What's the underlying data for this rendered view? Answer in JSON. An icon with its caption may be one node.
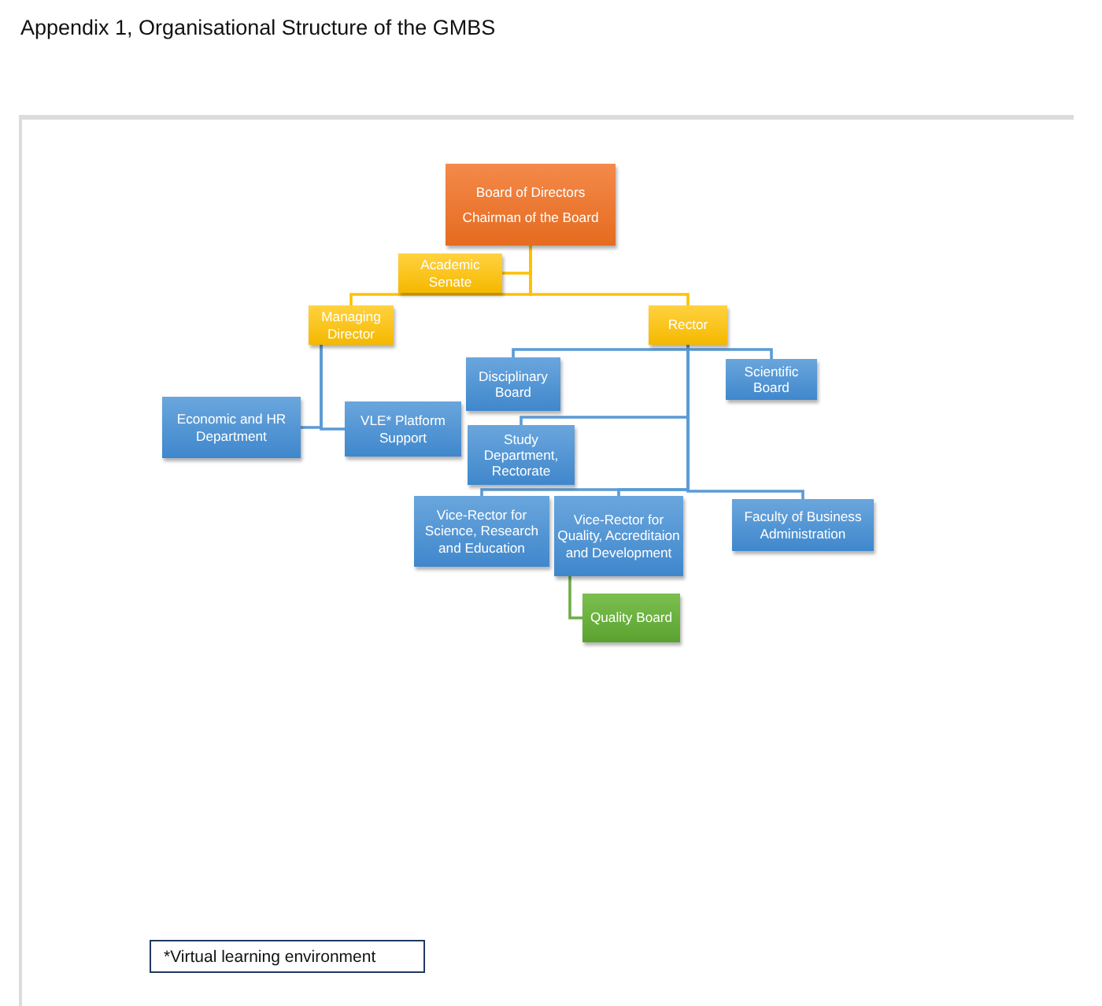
{
  "diagram": {
    "title": "Appendix 1, Organisational Structure of the GMBS",
    "nodes": [
      {
        "text": [
          "Board of Directors",
          "Chairman of the Board"
        ]
      },
      {
        "text": [
          "Academic Senate"
        ]
      },
      {
        "text": [
          "Managing Director"
        ]
      },
      {
        "text": [
          "Rector"
        ]
      },
      {
        "text": [
          "Economic and HR Department"
        ]
      },
      {
        "text": [
          "VLE* Platform Support"
        ]
      },
      {
        "text": [
          "Disciplinary Board"
        ]
      },
      {
        "text": [
          "Scientific Board"
        ]
      },
      {
        "text": [
          "Study Department, Rectorate"
        ]
      },
      {
        "text": [
          "Vice-Rector for Science, Research and Education"
        ]
      },
      {
        "text": [
          "Vice-Rector for Quality, Accreditaion and Development"
        ]
      },
      {
        "text": [
          "Faculty of Business Administration"
        ]
      },
      {
        "text": [
          "Quality Board"
        ]
      }
    ],
    "edges": [
      {
        "from": 0,
        "to": 1,
        "arrow": "none",
        "color": "#ffc000"
      },
      {
        "from": 0,
        "to": 2,
        "arrow": "none",
        "color": "#ffc000"
      },
      {
        "from": 0,
        "to": 3,
        "arrow": "none",
        "color": "#ffc000"
      },
      {
        "from": 2,
        "to": 4,
        "arrow": "none"
      },
      {
        "from": 2,
        "to": 5,
        "arrow": "none"
      },
      {
        "from": 3,
        "to": 6,
        "arrow": "none"
      },
      {
        "from": 3,
        "to": 7,
        "arrow": "none"
      },
      {
        "from": 3,
        "to": 8,
        "arrow": "none"
      },
      {
        "from": 3,
        "to": 9,
        "arrow": "none"
      },
      {
        "from": 3,
        "to": 10,
        "arrow": "none"
      },
      {
        "from": 3,
        "to": 11,
        "arrow": "none"
      },
      {
        "from": 10,
        "to": 12,
        "arrow": "none",
        "color": "#70ad47"
      }
    ],
    "labels": [
      "*Virtual learning environment"
    ]
  }
}
